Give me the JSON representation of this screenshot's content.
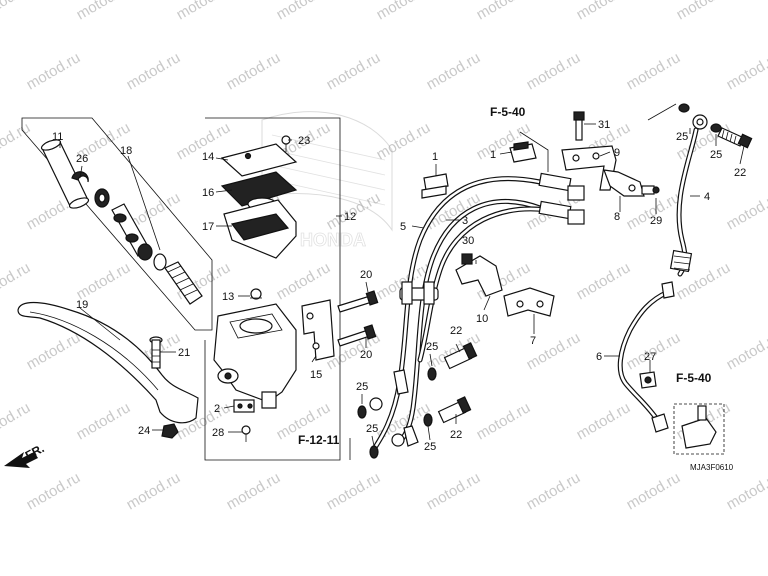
{
  "watermark": {
    "text": "motod.ru",
    "color": "#c9c9c9"
  },
  "logo": {
    "text": "HONDA"
  },
  "diagram_code": "MJA3F0610",
  "direction_marker": {
    "text": "FR."
  },
  "references": {
    "top": "F-5-40",
    "right": "F-5-40",
    "bottom": "F-12-11"
  },
  "callouts": {
    "c1a": "1",
    "c1b": "1",
    "c2": "2",
    "c3": "3",
    "c4": "4",
    "c5": "5",
    "c6": "6",
    "c7": "7",
    "c8": "8",
    "c9": "9",
    "c10": "10",
    "c11": "11",
    "c12": "12",
    "c13": "13",
    "c14": "14",
    "c15": "15",
    "c16": "16",
    "c17": "17",
    "c18": "18",
    "c19": "19",
    "c20a": "20",
    "c20b": "20",
    "c21": "21",
    "c22a": "22",
    "c22b": "22",
    "c22c": "22",
    "c23": "23",
    "c24": "24",
    "c25a": "25",
    "c25b": "25",
    "c25c": "25",
    "c25d": "25",
    "c25e": "25",
    "c25f": "25",
    "c26": "26",
    "c27": "27",
    "c28": "28",
    "c29": "29",
    "c30": "30",
    "c31": "31"
  }
}
